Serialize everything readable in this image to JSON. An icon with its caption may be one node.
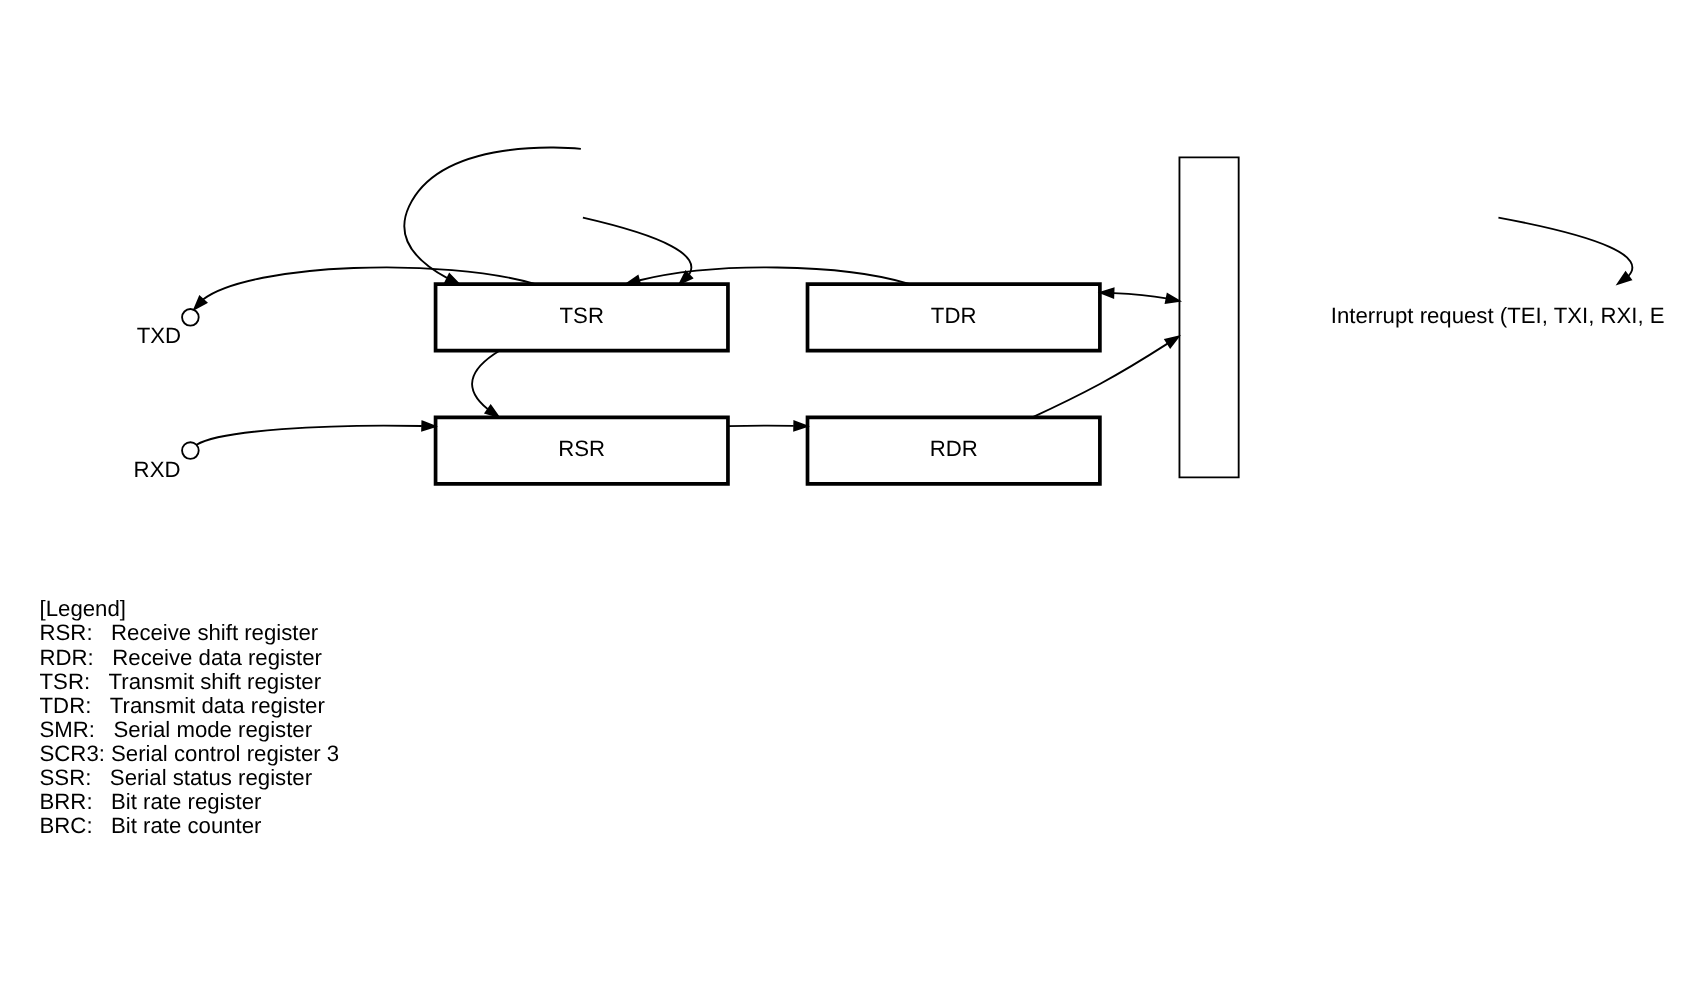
{
  "diagram": {
    "nodes": [
      {
        "text": [],
        "shape": "circle",
        "beside": [
          "TXD"
        ]
      },
      {
        "text": [],
        "shape": "circle",
        "beside": [
          "RXD"
        ]
      },
      {
        "text": [
          "TSR"
        ]
      },
      {
        "text": [
          "TDR"
        ]
      },
      {
        "text": [
          "RSR"
        ]
      },
      {
        "text": [
          "RDR"
        ]
      },
      {
        "text": [],
        "shape": "bar"
      },
      {
        "text": [
          "Interrupt request (TEI, TXI, RXI, E"
        ]
      }
    ],
    "edges": [
      {
        "from": null,
        "to": 2,
        "arrow": "to"
      },
      {
        "from": null,
        "to": 2,
        "arrow": "to"
      },
      {
        "from": 2,
        "to": 0,
        "arrow": "to"
      },
      {
        "from": 3,
        "to": 2,
        "arrow": "to"
      },
      {
        "from": 3,
        "to": 6,
        "arrow": "both"
      },
      {
        "from": 2,
        "to": 4,
        "arrow": "to"
      },
      {
        "from": 1,
        "to": 4,
        "arrow": "to"
      },
      {
        "from": 4,
        "to": 5,
        "arrow": "to"
      },
      {
        "from": 5,
        "to": 6,
        "arrow": "to"
      },
      {
        "from": null,
        "to": 7,
        "arrow": "to"
      }
    ],
    "labels": [
      "[Legend]",
      "RSR:   Receive shift register",
      "RDR:   Receive data register",
      "TSR:   Transmit shift register",
      "TDR:   Transmit data register",
      "SMR:   Serial mode register",
      "SCR3: Serial control register 3",
      "SSR:   Serial status register",
      "BRR:   Bit rate register",
      "BRC:   Bit rate counter"
    ]
  }
}
